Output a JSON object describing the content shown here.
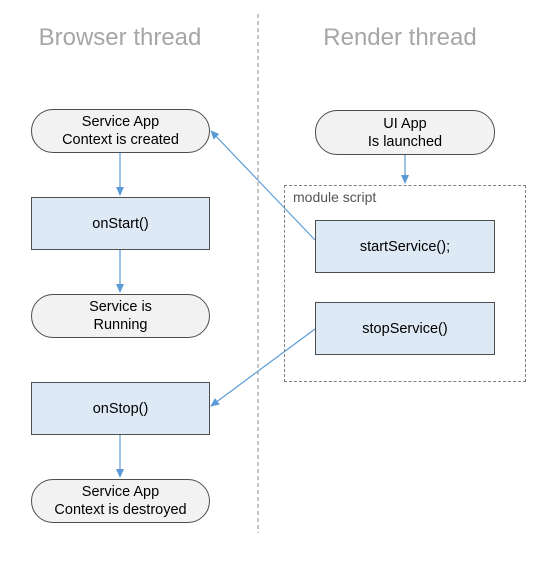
{
  "lanes": {
    "browser_title": "Browser thread",
    "render_title": "Render thread"
  },
  "browser_nodes": {
    "context_created": "Service App\nContext is created",
    "on_start": "onStart()",
    "running": "Service is\nRunning",
    "on_stop": "onStop()",
    "context_destroyed": "Service App\nContext is destroyed"
  },
  "render_nodes": {
    "ui_launched": "UI App\nIs launched",
    "module_label": "module script",
    "start_service": "startService();",
    "stop_service": "stopService()"
  },
  "colors": {
    "pill_fill": "#f2f2f2",
    "rect_fill": "#dde9f5",
    "arrow": "#5b9bd5",
    "title": "#a6a6a6"
  }
}
